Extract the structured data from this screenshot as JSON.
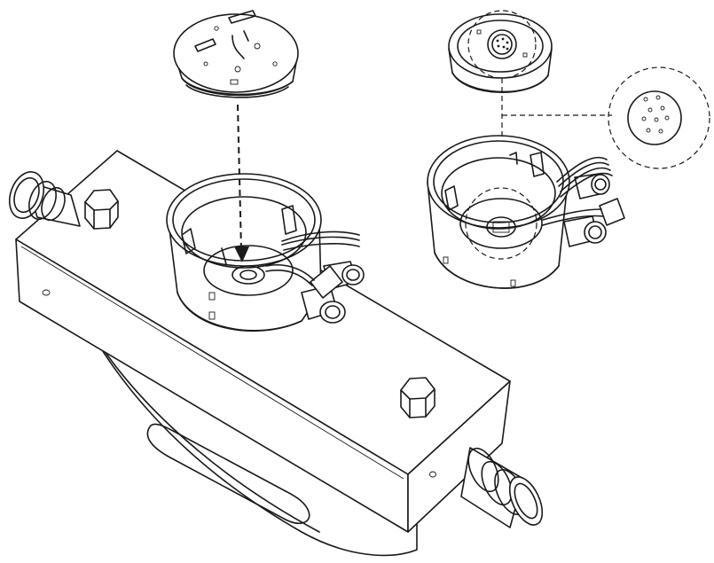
{
  "diagram": {
    "kind": "exploded-assembly",
    "components": [
      "meter-body",
      "left-flange-nozzle",
      "right-flange-nozzle",
      "left-bolt-head",
      "right-bolt-head",
      "junction-housing-open",
      "connector-plate-underside",
      "junction-housing-detail",
      "electronics-cap",
      "pin-connector-zoom"
    ],
    "colors": {
      "line": "#1a1a1a",
      "background": "#ffffff"
    }
  }
}
